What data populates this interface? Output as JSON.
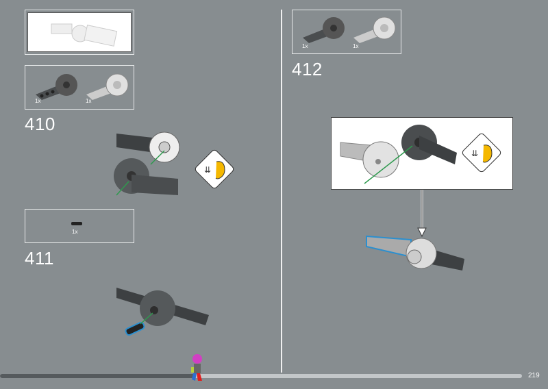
{
  "page_number": "219",
  "progress": 0.37,
  "steps": [
    {
      "number": "410",
      "parts": [
        {
          "qty": "1x",
          "color": "dark-gray"
        },
        {
          "qty": "1x",
          "color": "light-gray"
        }
      ]
    },
    {
      "number": "411",
      "parts": [
        {
          "qty": "1x",
          "color": "black"
        }
      ]
    },
    {
      "number": "412",
      "parts": [
        {
          "qty": "1x",
          "color": "dark-gray"
        },
        {
          "qty": "1x",
          "color": "light-gray"
        }
      ]
    }
  ],
  "colors": {
    "background": "#878d90",
    "highlight": "#2b8fcf",
    "arrow": "#2e9a4e",
    "sound_icon": "#f5b800"
  }
}
